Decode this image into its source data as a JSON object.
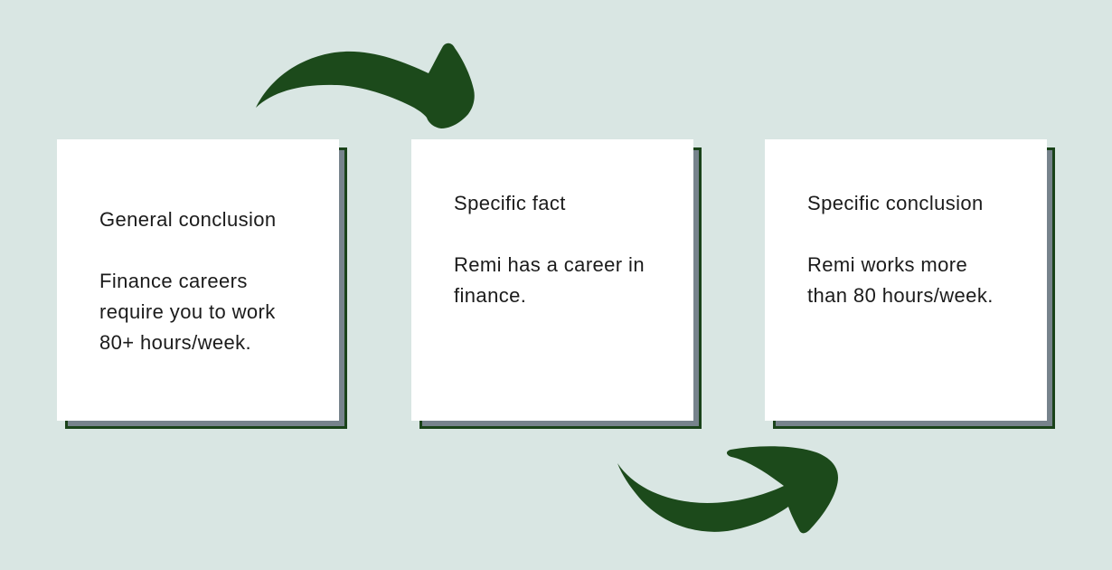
{
  "colors": {
    "background": "#D9E6E3",
    "card_background": "#FFFFFF",
    "card_shadow_fill": "#77838C",
    "card_shadow_border": "#1A431A",
    "arrow": "#1C4A1B",
    "text": "#1B1B1B"
  },
  "cards": [
    {
      "title": "General conclusion",
      "body": "Finance careers\nrequire you to work\n80+ hours/week."
    },
    {
      "title": "Specific fact",
      "body": "Remi has a career in\nfinance."
    },
    {
      "title": "Specific conclusion",
      "body": "Remi works more\nthan 80 hours/week."
    }
  ],
  "arrows": [
    {
      "name": "curved-arrow-top-icon"
    },
    {
      "name": "curved-arrow-bottom-icon"
    }
  ]
}
